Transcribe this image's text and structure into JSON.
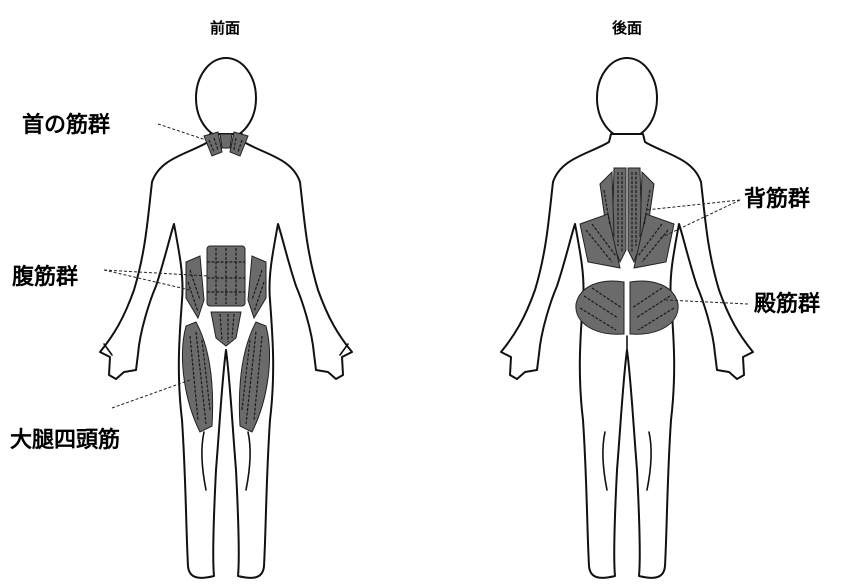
{
  "views": {
    "front_title": "前面",
    "back_title": "後面"
  },
  "labels": {
    "neck": "首の筋群",
    "abdominal": "腹筋群",
    "quadriceps": "大腿四頭筋",
    "back": "背筋群",
    "gluteal": "殿筋群"
  },
  "colors": {
    "muscle_fill": "#6b6b6b",
    "outline": "#111111",
    "background": "#ffffff"
  }
}
